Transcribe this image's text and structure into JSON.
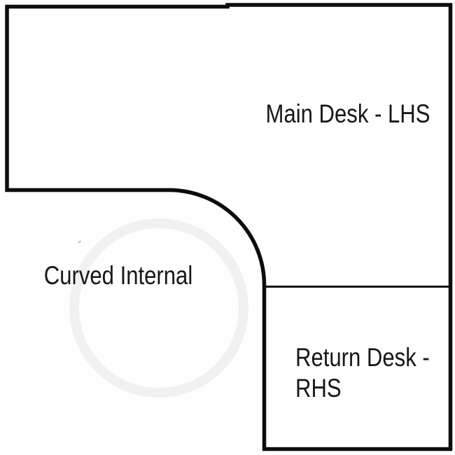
{
  "diagram": {
    "type": "desk-shape-plan",
    "labels": {
      "main_desk": "Main Desk - LHS",
      "curved_internal": "Curved Internal",
      "return_desk_line1": "Return Desk -",
      "return_desk_line2": "RHS"
    },
    "colors": {
      "outline": "#0d0d0d",
      "divider": "#111111",
      "text": "#171717",
      "background": "#fefefe",
      "watermark": "#f1f1f1"
    },
    "geometry_notes": {
      "shape": "L-shaped desk outline with concave quarter-circle internal corner",
      "main_desk_region": "top full-width rectangle",
      "return_desk_region": "bottom-right rectangle separated by thin divider line"
    }
  }
}
